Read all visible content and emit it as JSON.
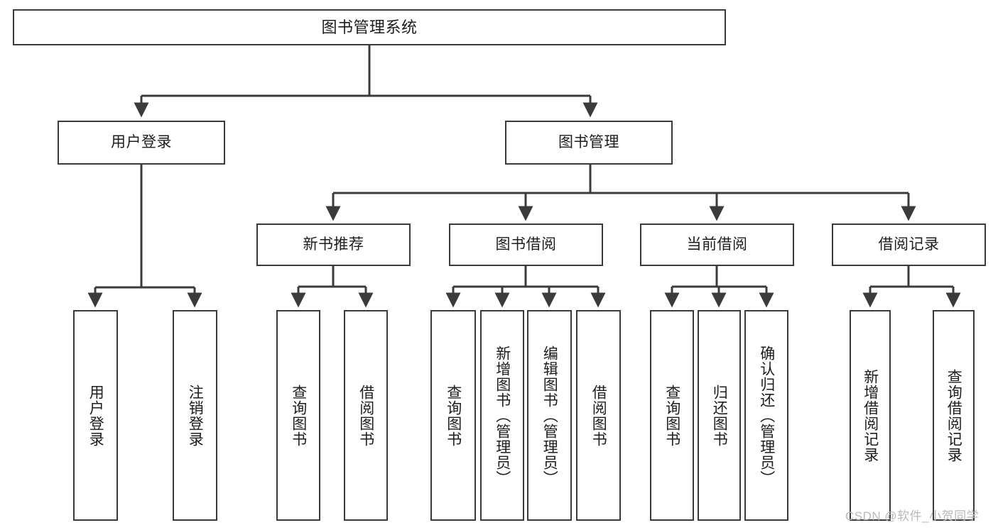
{
  "diagram": {
    "type": "tree-hierarchy-chart",
    "title": "图书管理系统",
    "stroke_color": "#3b3b3b",
    "background_color": "#ffffff",
    "text_color": "#1d1d1d"
  },
  "nodes": {
    "root": {
      "label": "图书管理系统",
      "level": 1
    },
    "level2": [
      {
        "id": "user-login",
        "label": "用户登录"
      },
      {
        "id": "book-management",
        "label": "图书管理"
      }
    ],
    "level3": [
      {
        "id": "new-book-recommend",
        "label": "新书推荐"
      },
      {
        "id": "book-borrow",
        "label": "图书借阅"
      },
      {
        "id": "current-borrow",
        "label": "当前借阅"
      },
      {
        "id": "borrow-record",
        "label": "借阅记录"
      }
    ],
    "leaves": {
      "user-login": [
        {
          "id": "leaf-user-login",
          "label": "用户登录"
        },
        {
          "id": "leaf-logout-login",
          "label": "注销登录"
        }
      ],
      "new-book-recommend": [
        {
          "id": "leaf-query-book-1",
          "label": "查询图书"
        },
        {
          "id": "leaf-borrow-book-1",
          "label": "借阅图书"
        }
      ],
      "book-borrow": [
        {
          "id": "leaf-query-book-2",
          "label": "查询图书"
        },
        {
          "id": "leaf-add-book",
          "label": "新增图书（管理员）"
        },
        {
          "id": "leaf-edit-book",
          "label": "编辑图书（管理员）"
        },
        {
          "id": "leaf-borrow-book-2",
          "label": "借阅图书"
        }
      ],
      "current-borrow": [
        {
          "id": "leaf-query-book-3",
          "label": "查询图书"
        },
        {
          "id": "leaf-return-book",
          "label": "归还图书"
        },
        {
          "id": "leaf-confirm-return",
          "label": "确认归还（管理员）"
        }
      ],
      "borrow-record": [
        {
          "id": "leaf-add-record",
          "label": "新增借阅记录"
        },
        {
          "id": "leaf-query-record",
          "label": "查询借阅记录"
        }
      ]
    }
  },
  "watermark": {
    "text": "CSDN @软件_小贺同学"
  }
}
